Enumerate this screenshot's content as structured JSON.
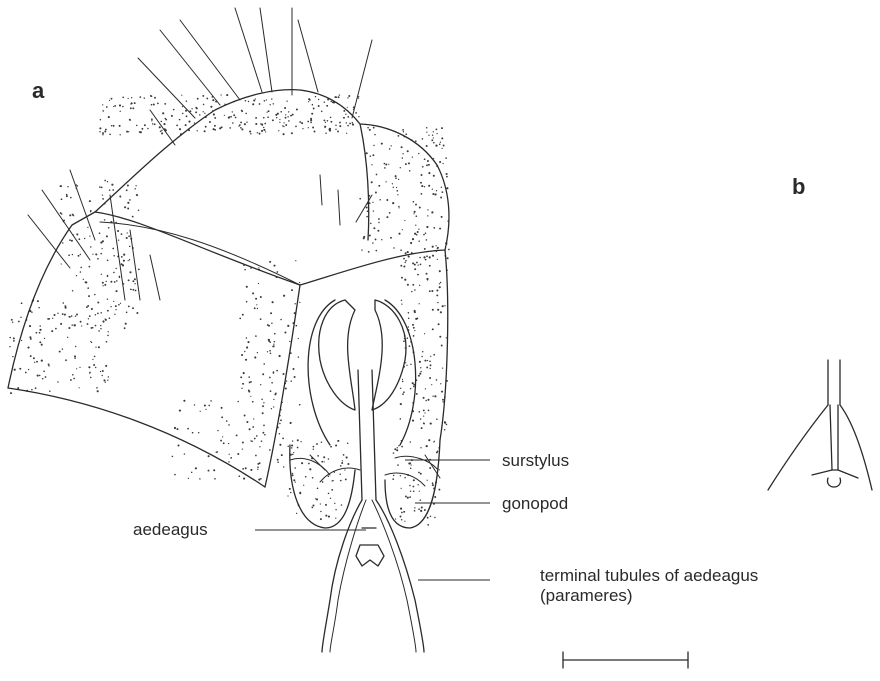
{
  "panels": {
    "a": "a",
    "b": "b"
  },
  "labels": {
    "surstylus": "surstylus",
    "gonopod": "gonopod",
    "aedeagus": "aedeagus",
    "terminal_tubules_line1": "terminal tubules of aedeagus",
    "terminal_tubules_line2": "(parameres)"
  }
}
